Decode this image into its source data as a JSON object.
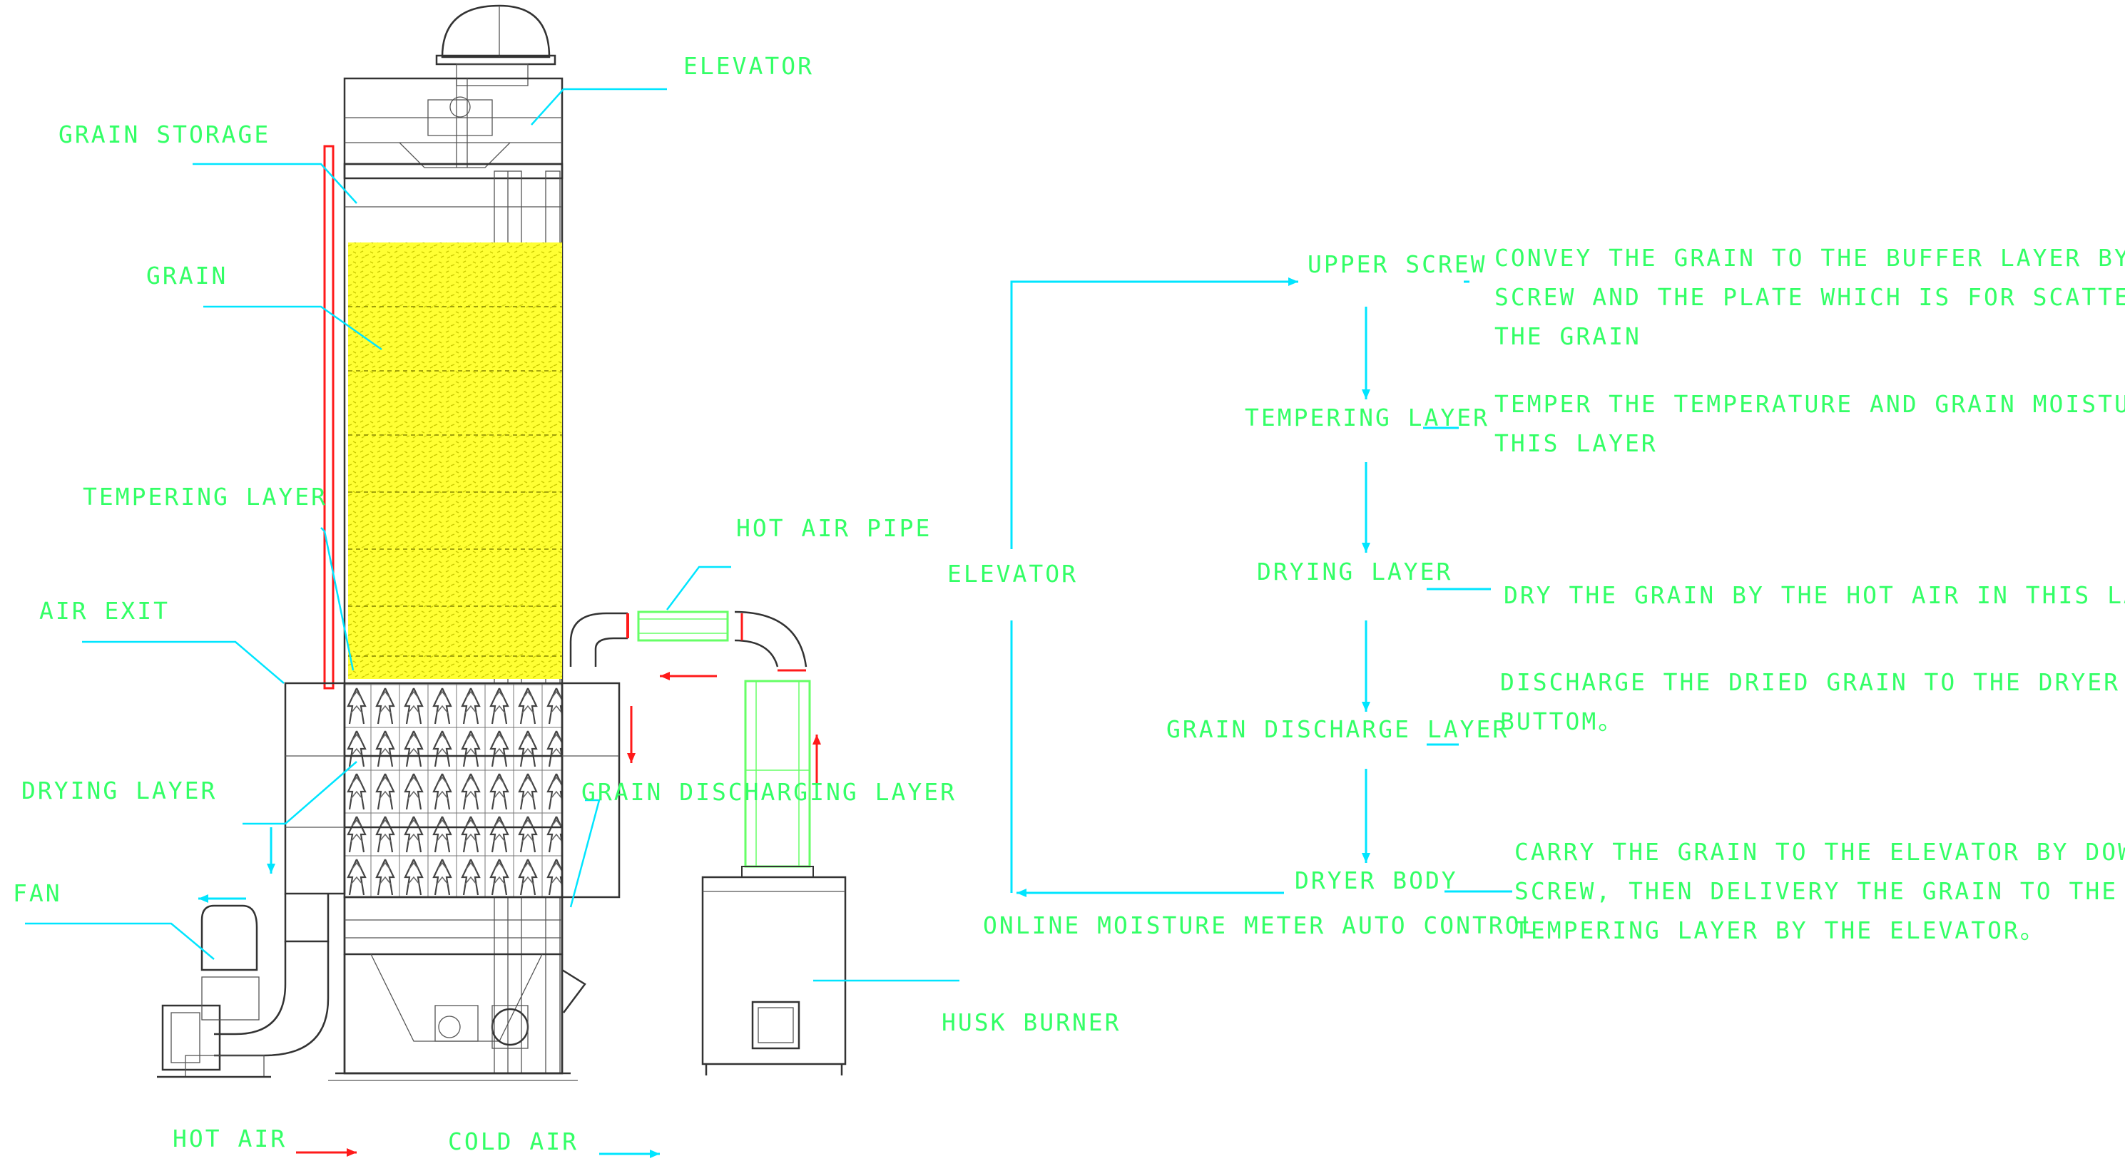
{
  "colors": {
    "label_green": "#33ff66",
    "leader_cyan": "#00e5ff",
    "hot_air_red": "#ff1a1a",
    "grain_yellow": "#ffff33",
    "pipe_green": "#66ff66",
    "machine_line": "#333333"
  },
  "machine_labels": {
    "elevator": "ELEVATOR",
    "grain_storage": "GRAIN STORAGE",
    "grain": "GRAIN",
    "tempering_layer": "TEMPERING LAYER",
    "hot_air_pipe": "HOT AIR PIPE",
    "air_exit": "AIR EXIT",
    "drying_layer": "DRYING LAYER",
    "grain_discharging_layer": "GRAIN DISCHARGING LAYER",
    "fan": "FAN",
    "husk_burner": "HUSK BURNER"
  },
  "legend": {
    "hot_air": "HOT AIR",
    "cold_air": "COLD AIR"
  },
  "flow": {
    "elevator": "ELEVATOR",
    "upper_screw": "UPPER SCREW",
    "tempering_layer": "TEMPERING LAYER",
    "drying_layer": "DRYING LAYER",
    "grain_discharge_layer": "GRAIN DISCHARGE LAYER",
    "dryer_body": "DRYER BODY",
    "online_moisture": "ONLINE MOISTURE METER AUTO CONTROL"
  },
  "descriptions": {
    "upper_screw": [
      "CONVEY THE GRAIN TO THE BUFFER LAYER BY UP-",
      "SCREW AND THE PLATE WHICH IS FOR SCATTERING",
      "THE GRAIN"
    ],
    "tempering_layer": [
      "TEMPER THE TEMPERATURE AND GRAIN MOISTURE IN",
      "THIS LAYER"
    ],
    "drying_layer": [
      "DRY THE GRAIN BY THE HOT AIR IN THIS LAYER"
    ],
    "grain_discharge_layer": [
      "DISCHARGE THE DRIED GRAIN TO THE DRYER",
      "BUTTOM。"
    ],
    "dryer_body": [
      "CARRY THE GRAIN TO THE ELEVATOR BY DOWN",
      "SCREW, THEN DELIVERY THE GRAIN TO THE",
      "TEMPERING LAYER BY THE ELEVATOR。"
    ]
  }
}
